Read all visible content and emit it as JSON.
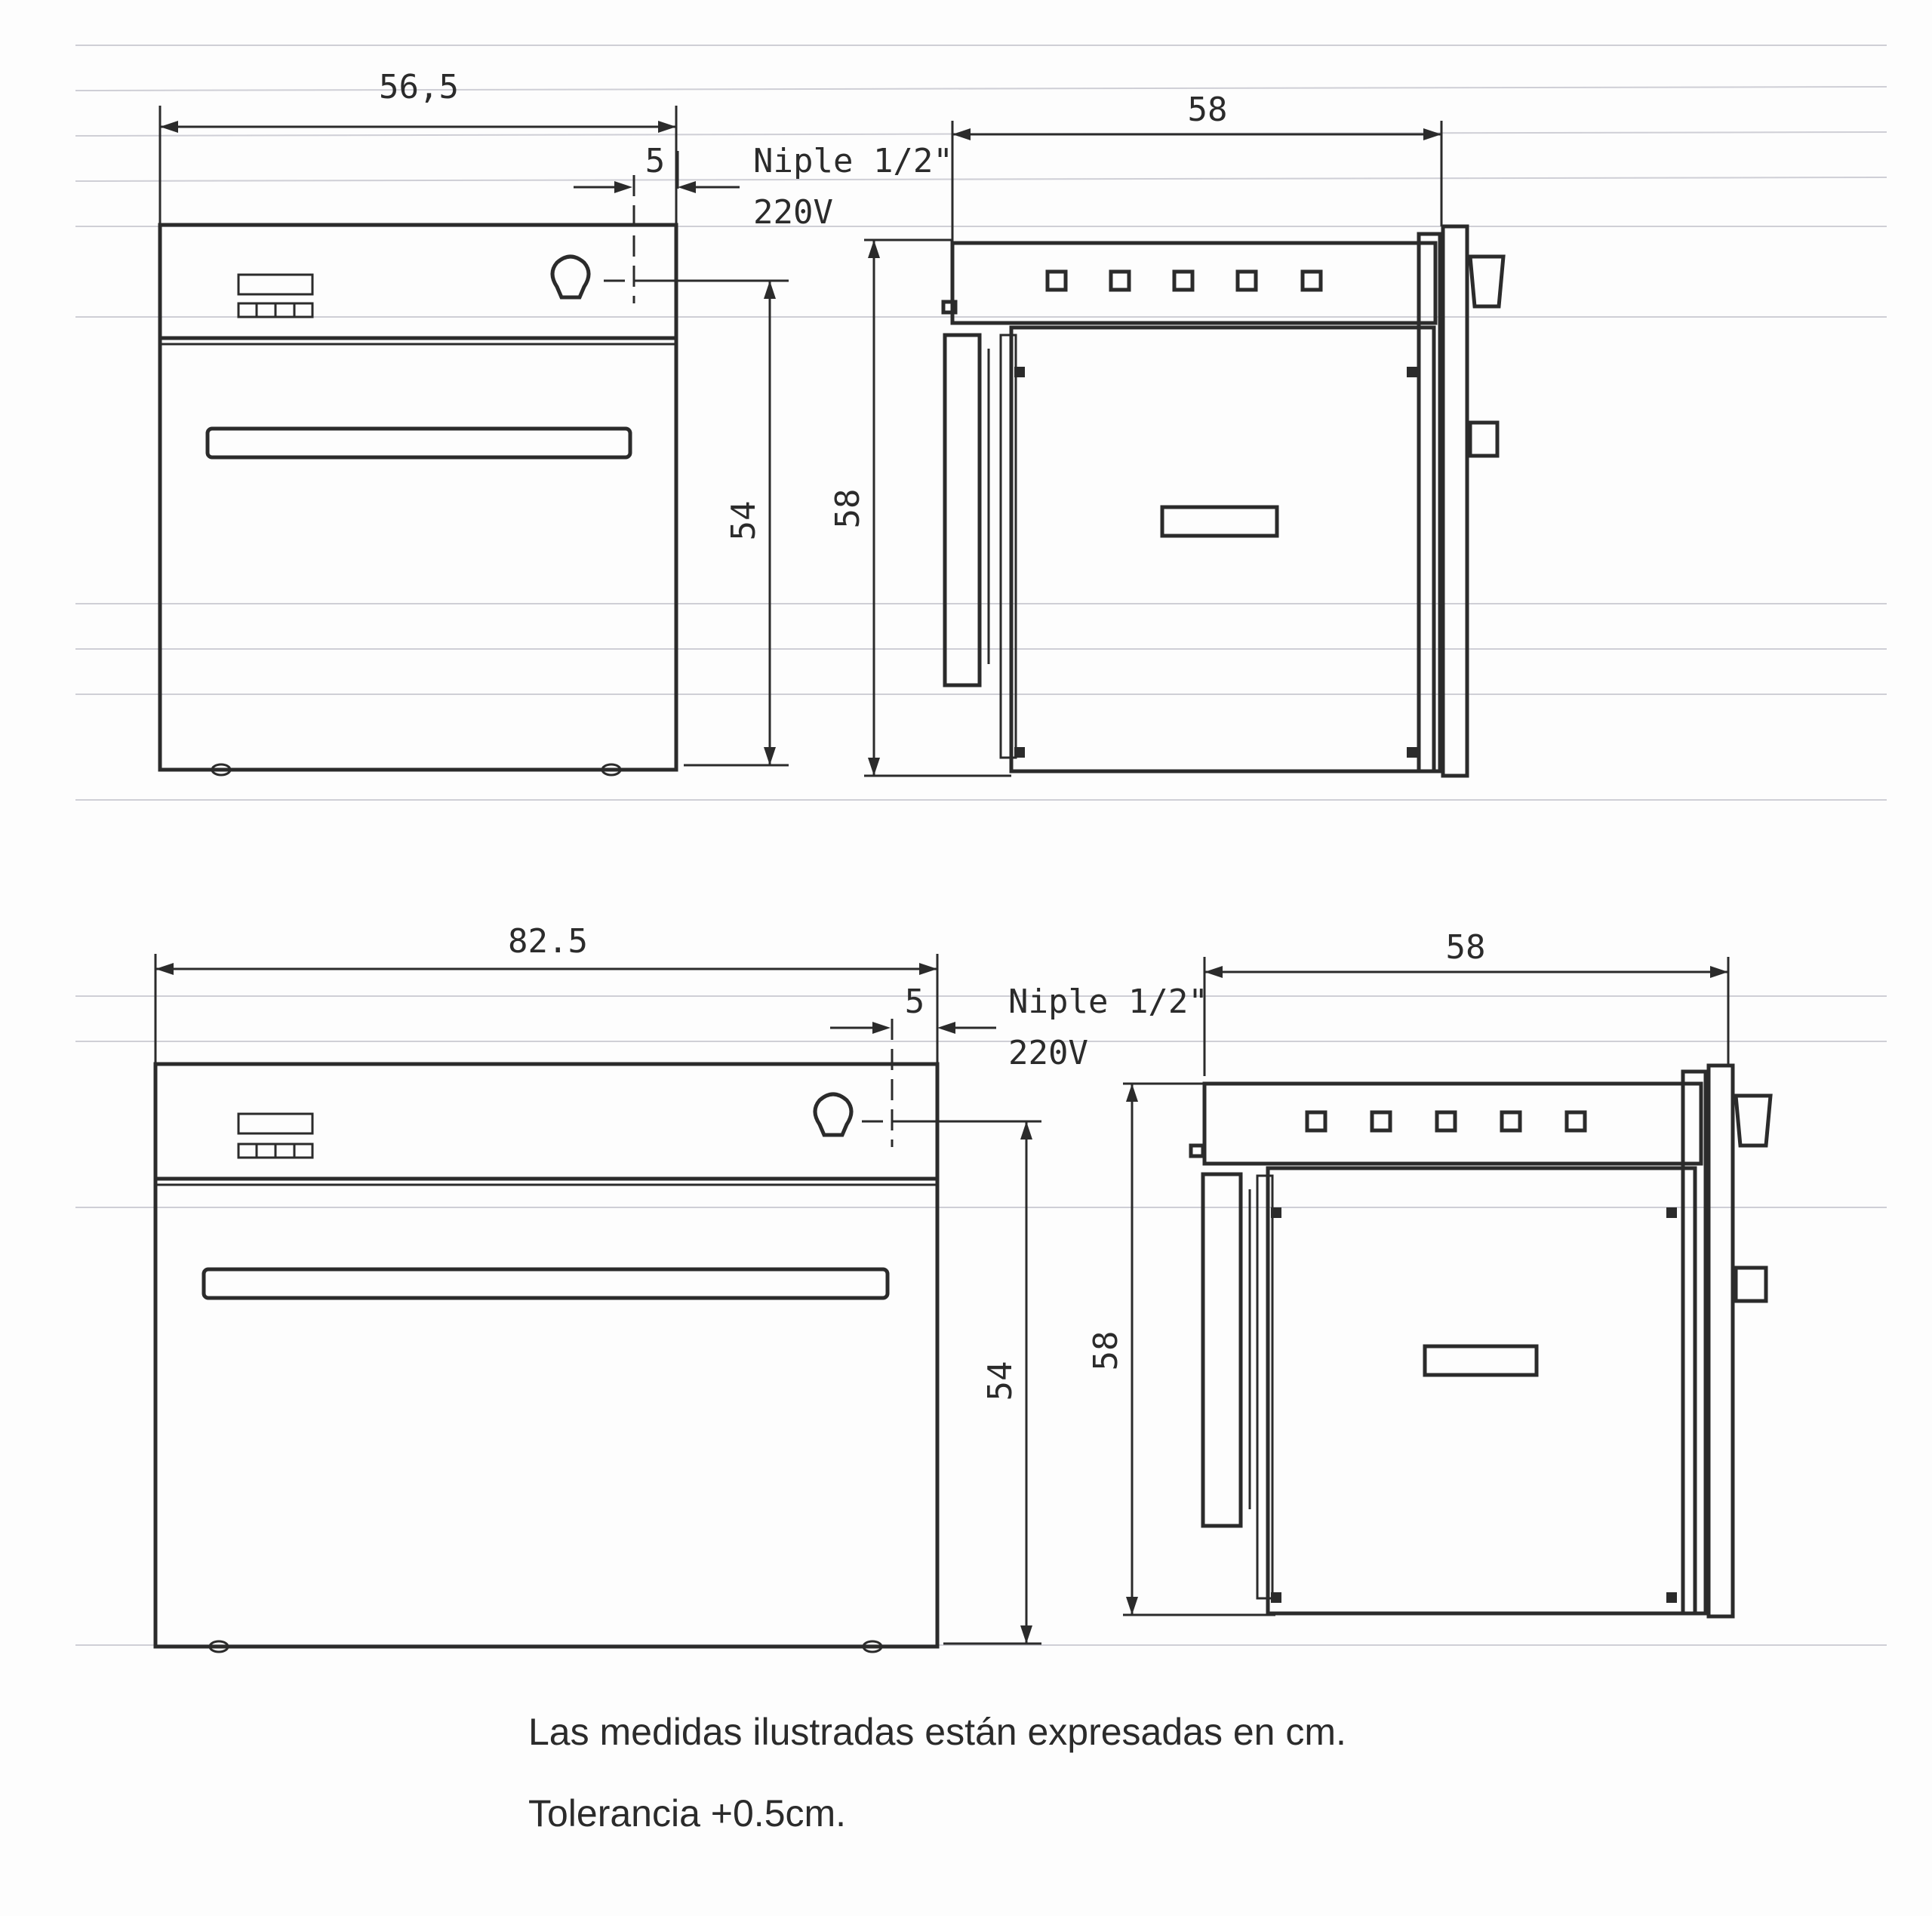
{
  "diagram_1": {
    "front_width": "56,5",
    "front_height": "54",
    "offset": "5",
    "pipe_label": "Niple 1/2\"",
    "voltage_label": "220V",
    "side_depth": "58",
    "side_height": "58"
  },
  "diagram_2": {
    "front_width": "82.5",
    "front_height": "54",
    "offset": "5",
    "pipe_label": "Niple 1/2\"",
    "voltage_label": "220V",
    "side_depth": "58",
    "side_height": "58"
  },
  "notes": {
    "line1": "Las medidas ilustradas están expresadas en cm.",
    "line2": "Tolerancia +0.5cm."
  }
}
